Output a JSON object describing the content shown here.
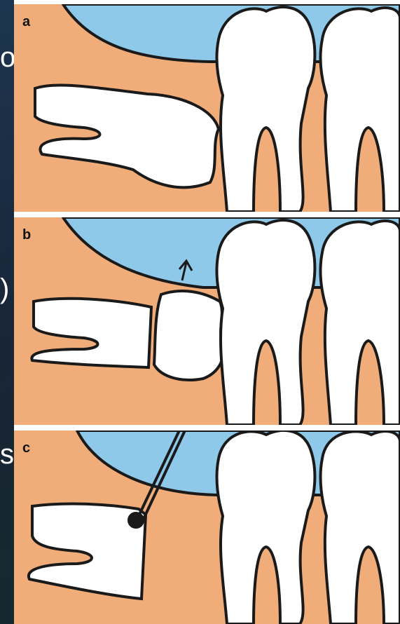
{
  "slide": {
    "background_color": "#1b2a3c",
    "text_fragments": [
      "oo",
      ")",
      "s"
    ]
  },
  "figure": {
    "colors": {
      "mouth": "#8ec9ea",
      "gum": "#f0ad7a",
      "tooth": "#ffffff",
      "outline": "#1a1a1a"
    },
    "panels": [
      {
        "letter": "a",
        "stage": "impacted-molar-intact"
      },
      {
        "letter": "b",
        "stage": "crown-sectioned-and-lifted"
      },
      {
        "letter": "c",
        "stage": "root-removed-with-elevator"
      }
    ]
  }
}
